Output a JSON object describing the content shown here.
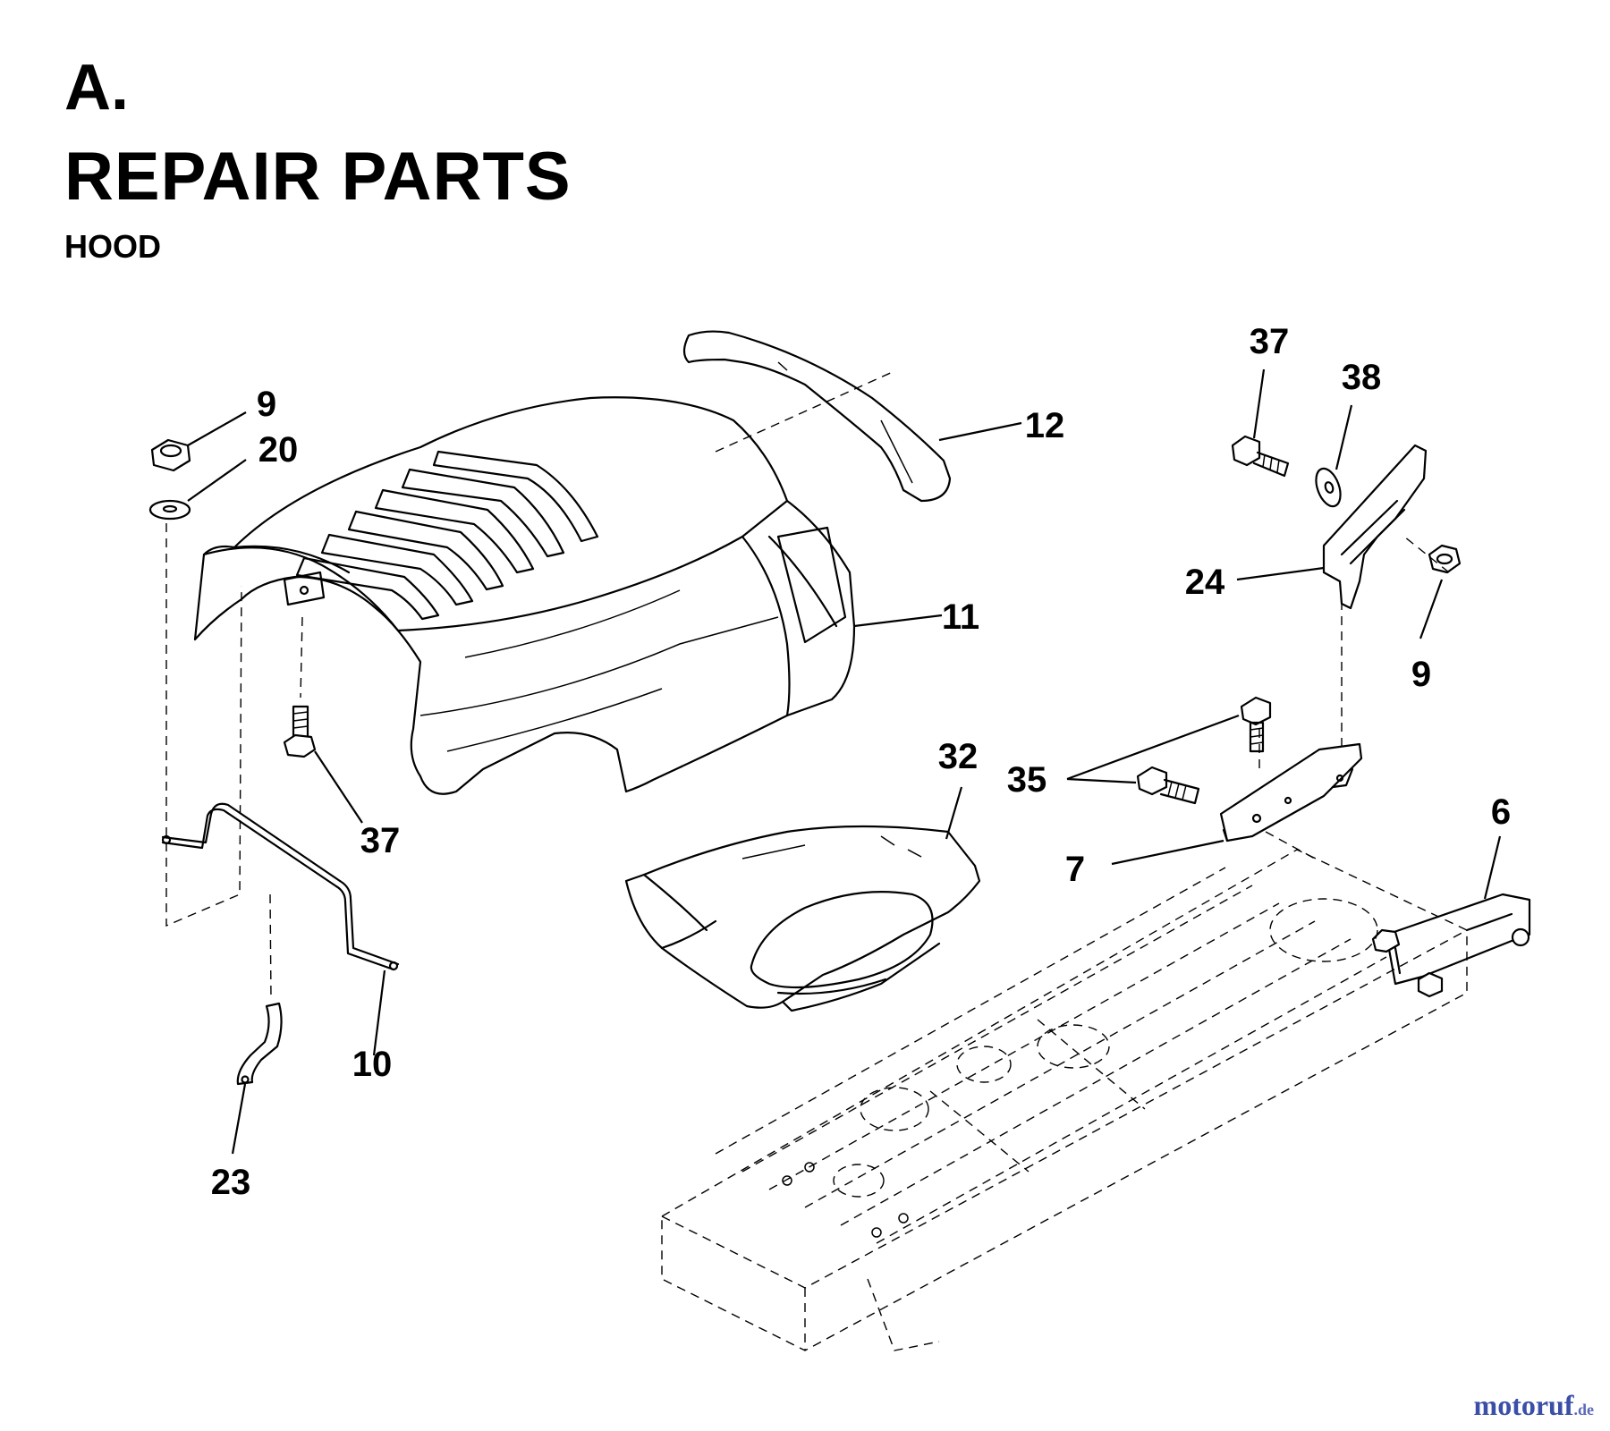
{
  "header": {
    "section_letter": "A.",
    "title": "REPAIR PARTS",
    "subtitle": "HOOD"
  },
  "callouts": [
    {
      "id": "c9a",
      "label": "9"
    },
    {
      "id": "c20",
      "label": "20"
    },
    {
      "id": "c12",
      "label": "12"
    },
    {
      "id": "c11",
      "label": "11"
    },
    {
      "id": "c37a",
      "label": "37"
    },
    {
      "id": "c10",
      "label": "10"
    },
    {
      "id": "c23",
      "label": "23"
    },
    {
      "id": "c32",
      "label": "32"
    },
    {
      "id": "c37b",
      "label": "37"
    },
    {
      "id": "c38",
      "label": "38"
    },
    {
      "id": "c24",
      "label": "24"
    },
    {
      "id": "c9b",
      "label": "9"
    },
    {
      "id": "c35",
      "label": "35"
    },
    {
      "id": "c7",
      "label": "7"
    },
    {
      "id": "c6",
      "label": "6"
    }
  ],
  "watermark": {
    "name": "motoruf",
    "tld": ".de"
  }
}
